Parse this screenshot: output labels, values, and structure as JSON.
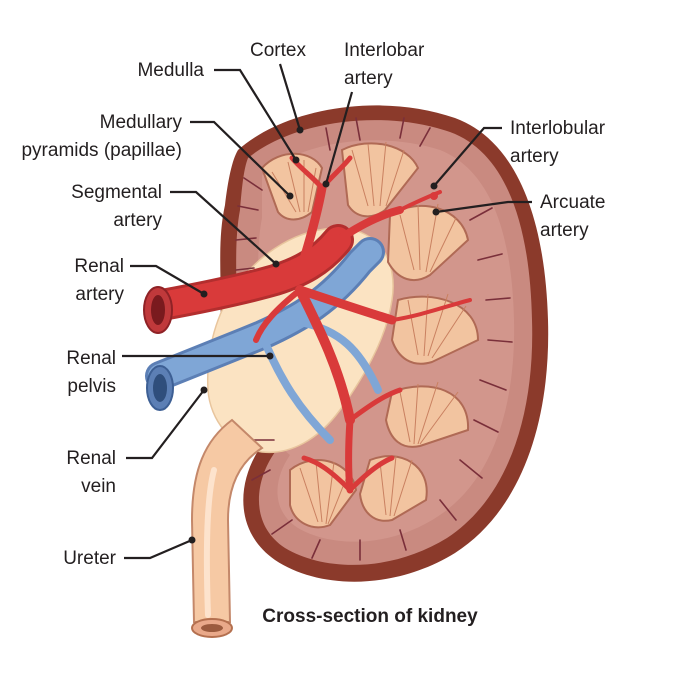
{
  "caption": "Cross-section of kidney",
  "labels": {
    "medulla": "Medulla",
    "cortex": "Cortex",
    "interlobar_l1": "Interlobar",
    "interlobar_l2": "artery",
    "pyramids_l1": "Medullary",
    "pyramids_l2": "pyramids (papillae)",
    "interlobular_l1": "Interlobular",
    "interlobular_l2": "artery",
    "segmental_l1": "Segmental",
    "segmental_l2": "artery",
    "arcuate_l1": "Arcuate",
    "arcuate_l2": "artery",
    "renal_artery_l1": "Renal",
    "renal_artery_l2": "artery",
    "renal_pelvis_l1": "Renal",
    "renal_pelvis_l2": "pelvis",
    "renal_vein_l1": "Renal",
    "renal_vein_l2": "vein",
    "ureter": "Ureter"
  },
  "colors": {
    "capsule": "#8b3a2b",
    "cortex": "#c98a80",
    "pyramid": "#f2c4a0",
    "sinus": "#fbe3c2",
    "artery": "#d93a3a",
    "vein": "#7fa6d6",
    "ureter": "#f6c9a4"
  }
}
